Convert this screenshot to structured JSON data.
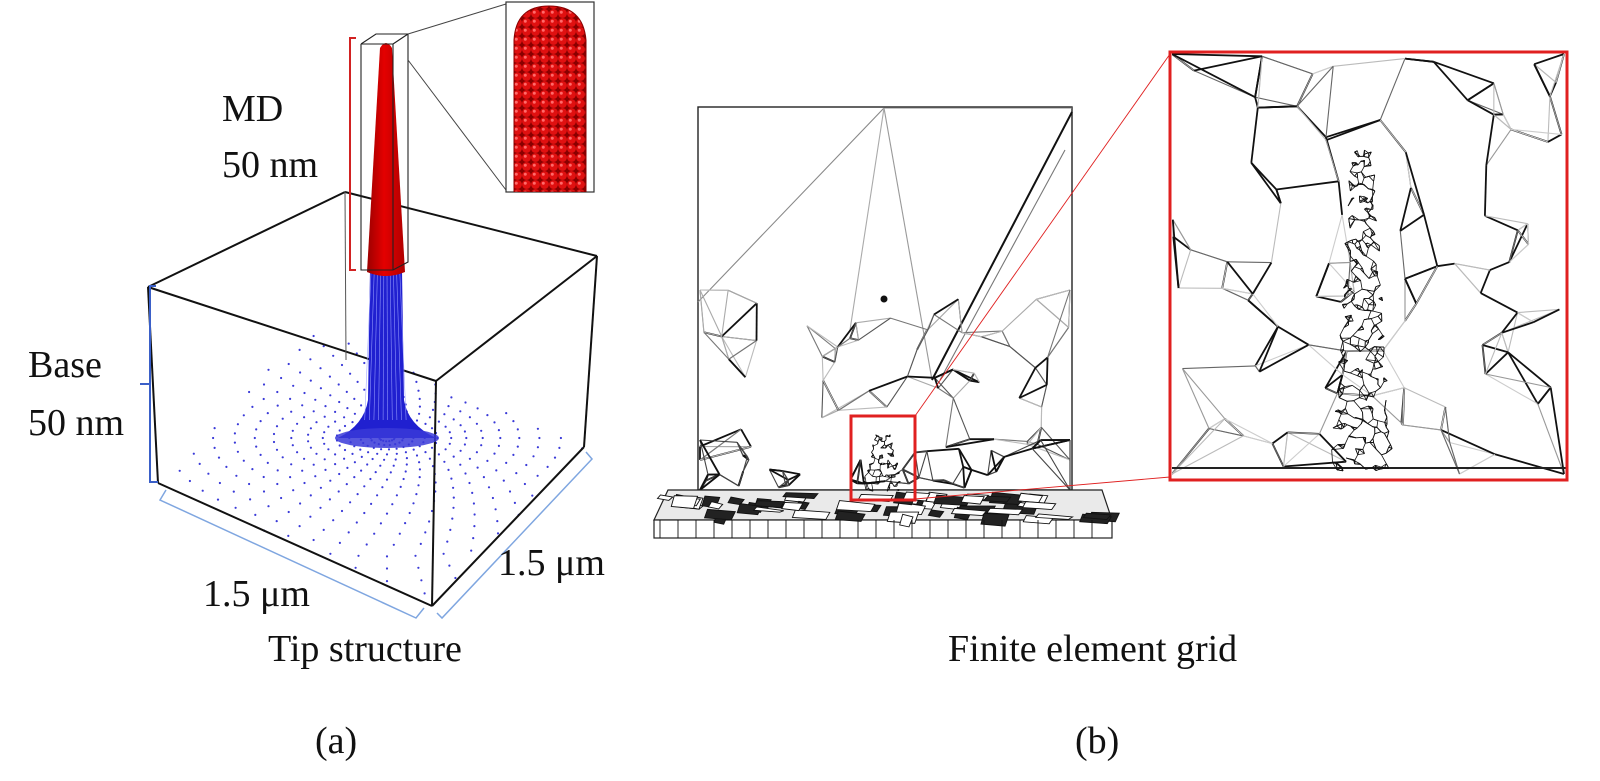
{
  "panel_a": {
    "md_label": "MD",
    "md_size": "50 nm",
    "base_label": "Base",
    "base_size": "50 nm",
    "dim_x": "1.5 μm",
    "dim_y": "1.5 μm",
    "title": "Tip structure",
    "caption": "(a)"
  },
  "panel_b": {
    "title": "Finite element grid",
    "caption": "(b)"
  },
  "colors": {
    "md_atoms": "#e00000",
    "base_atoms": "#1a1acc",
    "box_edges": "#111111",
    "bracket_md": "#d22222",
    "bracket_base": "#3a5fc8",
    "dimension_lines": "#7fa6e0",
    "zoom_frame": "#e02020"
  }
}
